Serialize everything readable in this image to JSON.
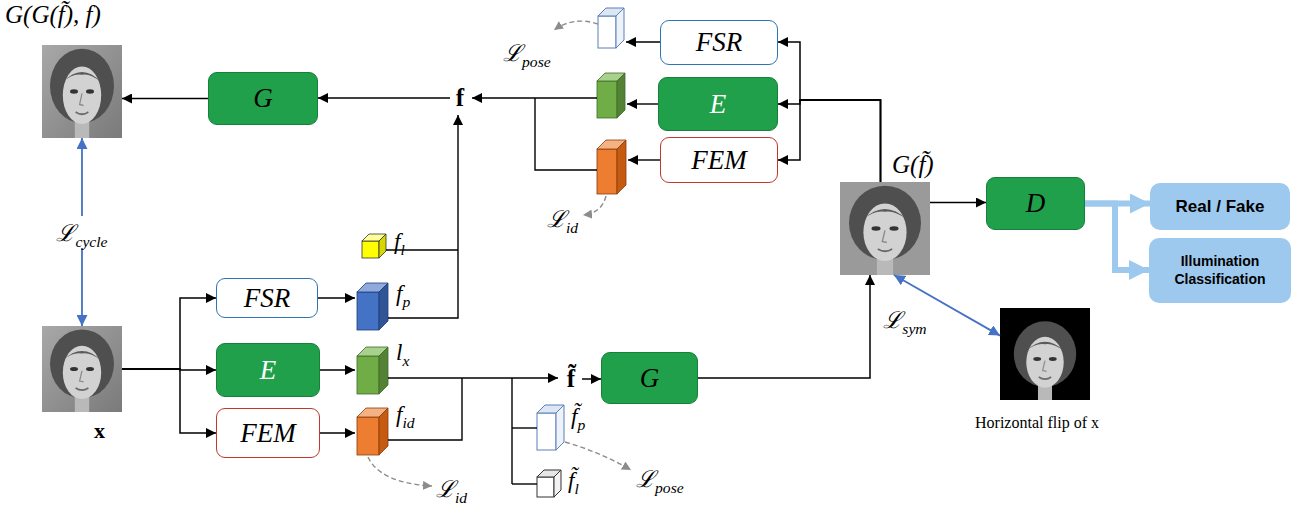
{
  "diagram": {
    "nodes": [
      {
        "text": [
          "G(G(f̃), f)"
        ]
      },
      {
        "text": [
          "G"
        ]
      },
      {
        "text": [
          "f"
        ]
      },
      {
        "text": [
          "FSR"
        ]
      },
      {
        "text": [
          "E"
        ]
      },
      {
        "text": [
          "FEM"
        ]
      },
      {
        "text": [
          "x"
        ]
      },
      {
        "text": [
          "FSR"
        ]
      },
      {
        "text": [
          "E"
        ]
      },
      {
        "text": [
          "FEM"
        ]
      },
      {
        "text": [
          "f̃"
        ]
      },
      {
        "text": [
          "G"
        ]
      },
      {
        "text": [
          "G(f̃)"
        ]
      },
      {
        "text": [
          "D"
        ]
      },
      {
        "text": [
          "Real / Fake"
        ]
      },
      {
        "text": [
          "Illumination Classification"
        ]
      },
      {
        "text": [
          "Horizontal flip of x"
        ]
      }
    ],
    "edges": [
      {
        "from": 1,
        "to": 0,
        "arrow": "to"
      },
      {
        "from": 2,
        "to": 1,
        "arrow": "to"
      },
      {
        "from": 12,
        "to": 3,
        "arrow": "to"
      },
      {
        "from": 12,
        "to": 4,
        "arrow": "to"
      },
      {
        "from": 12,
        "to": 5,
        "arrow": "to"
      },
      {
        "from": 6,
        "to": 7,
        "arrow": "to"
      },
      {
        "from": 6,
        "to": 8,
        "arrow": "to"
      },
      {
        "from": 6,
        "to": 9,
        "arrow": "to"
      },
      {
        "from": 10,
        "to": 11,
        "arrow": "to"
      },
      {
        "from": 11,
        "to": 12,
        "arrow": "to"
      },
      {
        "from": 12,
        "to": 13,
        "arrow": "to"
      },
      {
        "from": 13,
        "to": 14,
        "arrow": "to"
      },
      {
        "from": 13,
        "to": 15,
        "arrow": "to"
      },
      {
        "from": 0,
        "to": 6,
        "label": "ℒcycle",
        "arrow": "both"
      },
      {
        "from": 12,
        "to": 16,
        "label": "ℒsym",
        "arrow": "both"
      }
    ],
    "labels": [
      "ℒpose",
      "ℒid",
      "fl",
      "fp",
      "lx",
      "fid",
      "ℒid",
      "f̃p",
      "ℒpose",
      "f̃l"
    ]
  }
}
